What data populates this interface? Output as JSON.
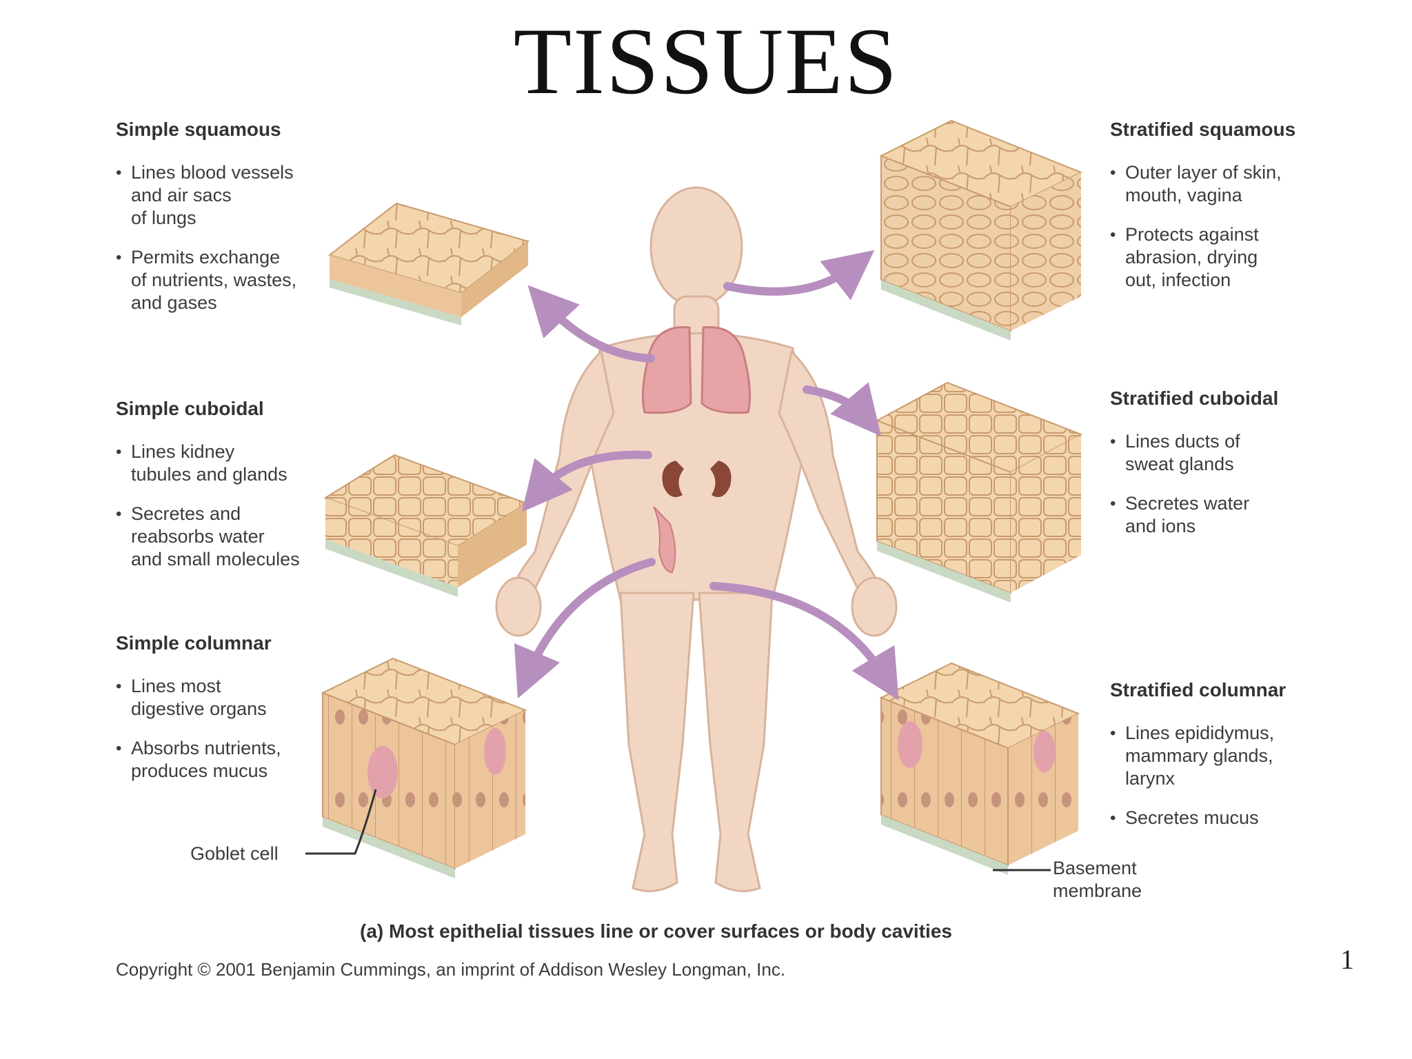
{
  "title": "TISSUES",
  "panels": {
    "simple_squamous": {
      "heading": "Simple squamous",
      "bullets": [
        "Lines blood vessels\nand air sacs\nof lungs",
        "Permits exchange\nof nutrients, wastes,\nand gases"
      ]
    },
    "simple_cuboidal": {
      "heading": "Simple cuboidal",
      "bullets": [
        "Lines kidney\ntubules and glands",
        "Secretes and\nreabsorbs water\nand small molecules"
      ]
    },
    "simple_columnar": {
      "heading": "Simple columnar",
      "bullets": [
        "Lines most\ndigestive organs",
        "Absorbs nutrients,\nproduces mucus"
      ]
    },
    "stratified_squamous": {
      "heading": "Stratified squamous",
      "bullets": [
        "Outer layer of skin,\nmouth, vagina",
        "Protects against\nabrasion, drying\nout, infection"
      ]
    },
    "stratified_cuboidal": {
      "heading": "Stratified cuboidal",
      "bullets": [
        "Lines ducts of\nsweat glands",
        "Secretes water\nand ions"
      ]
    },
    "stratified_columnar": {
      "heading": "Stratified columnar",
      "bullets": [
        "Lines epididymus,\nmammary glands,\nlarynx",
        "Secretes mucus"
      ]
    }
  },
  "labels": {
    "goblet_cell": "Goblet  cell",
    "basement_membrane": "Basement\nmembrane"
  },
  "caption": "(a) Most epithelial tissues line or cover surfaces or body cavities",
  "copyright": "Copyright © 2001 Benjamin Cummings, an imprint of Addison Wesley Longman, Inc.",
  "page_number": "1",
  "colors": {
    "skin": "#f1d7c3",
    "tissue": "#f2d3a8",
    "tissue_line": "#c99a6e",
    "arrow": "#b78fbe",
    "lung": "#e7a3a6",
    "kidney": "#8a4636",
    "basement": "#c9d9c4"
  }
}
